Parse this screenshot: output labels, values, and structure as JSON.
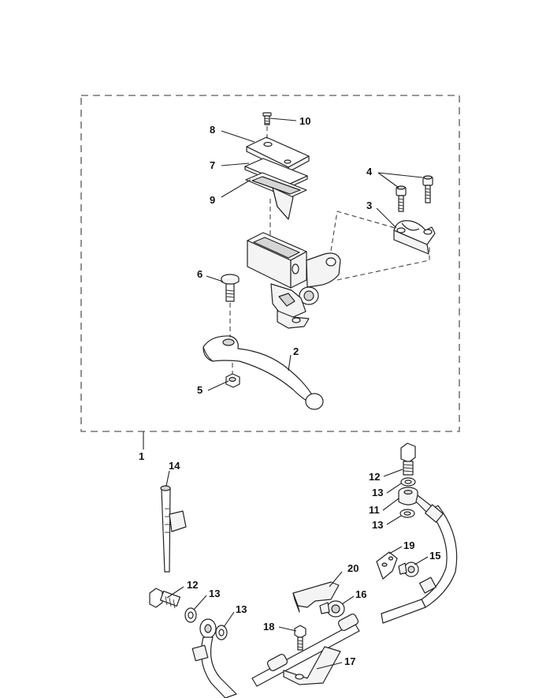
{
  "diagram": {
    "labels": {
      "p1": "1",
      "p2": "2",
      "p3": "3",
      "p4": "4",
      "p5": "5",
      "p6": "6",
      "p7": "7",
      "p8": "8",
      "p9": "9",
      "p10": "10",
      "p11": "11",
      "p12a": "12",
      "p12b": "12",
      "p13a": "13",
      "p13b": "13",
      "p13c": "13",
      "p13d": "13",
      "p14": "14",
      "p15": "15",
      "p16": "16",
      "p17": "17",
      "p18": "18",
      "p19": "19",
      "p20": "20"
    }
  }
}
